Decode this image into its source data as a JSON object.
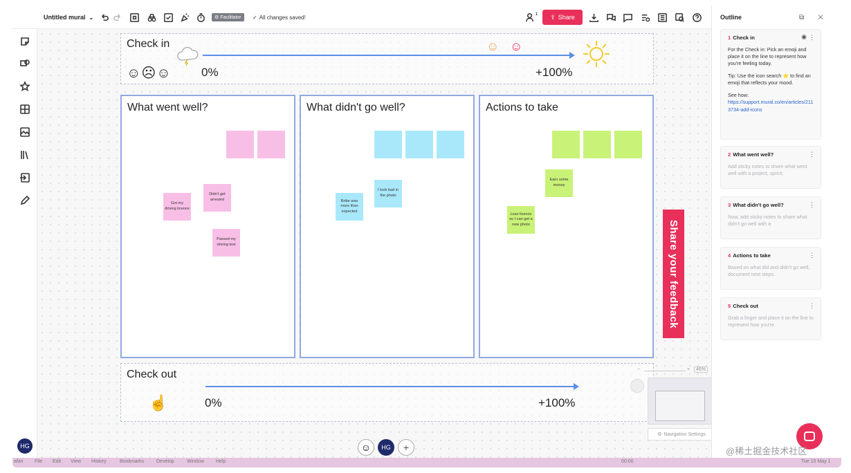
{
  "header": {
    "mural_title": "Untitled mural",
    "facilitator_label": "Facilitator",
    "saved_status": "All changes saved!",
    "share_label": "Share",
    "collaborator_count": "1"
  },
  "checkin": {
    "title": "Check in",
    "start_pct": "0%",
    "end_pct": "+100%"
  },
  "columns": [
    {
      "title": "What went well?",
      "stickies": [
        "Got my driving licence",
        "Didn't get arrested",
        "Passed my driving test"
      ]
    },
    {
      "title": "What didn't go well?",
      "stickies": [
        "Bribe was more than expected",
        "I look bad in the photo"
      ]
    },
    {
      "title": "Actions to take",
      "stickies": [
        "Earn some money",
        "Lose licence so I can get a new photo"
      ]
    }
  ],
  "checkout": {
    "title": "Check out",
    "start_pct": "0%",
    "end_pct": "+100%"
  },
  "feedback_tab": "Share your feedback",
  "minimap": {
    "zoom": "46%",
    "nav_settings": "Navigation Settings"
  },
  "bottom": {
    "user_initials": "HG",
    "avatar_initials": "HG"
  },
  "outline": {
    "title": "Outline",
    "items": [
      {
        "num": "1",
        "title": "Check in",
        "body": "For the Check in: Pick an emoji and place it on the line to represent how you're feeling today.",
        "tip": "Tip: Use the icon search ⭐ to find an emoji that reflects your mood.",
        "see_how": "See how:",
        "link": "https://support.mural.co/en/articles/2113734-add-icons"
      },
      {
        "num": "2",
        "title": "What went well?",
        "body": "Add sticky notes to share what went well with a project, sprint,"
      },
      {
        "num": "3",
        "title": "What didn't go well?",
        "body": "Now, add sticky notes to share what didn't go well with a"
      },
      {
        "num": "4",
        "title": "Actions to take",
        "body": "Based on what did and didn't go well, document next steps."
      },
      {
        "num": "5",
        "title": "Check out",
        "body": "Grab a finger and place it on the line to represent how you're"
      }
    ]
  },
  "macbar": {
    "app": "afari",
    "menus": [
      "File",
      "Edit",
      "View",
      "History",
      "Bookmarks",
      "Develop",
      "Window",
      "Help"
    ],
    "time_left": "00:00",
    "clock": "Tue 10 May 1"
  },
  "watermark": "@稀土掘金技术社区",
  "colors": {
    "accent": "#e8305a",
    "arrow": "#5b8fe6",
    "pink_sticky": "#f8bfe6",
    "blue_sticky": "#a9e8fb",
    "green_sticky": "#c9f278",
    "avatar": "#1f2a6b"
  }
}
